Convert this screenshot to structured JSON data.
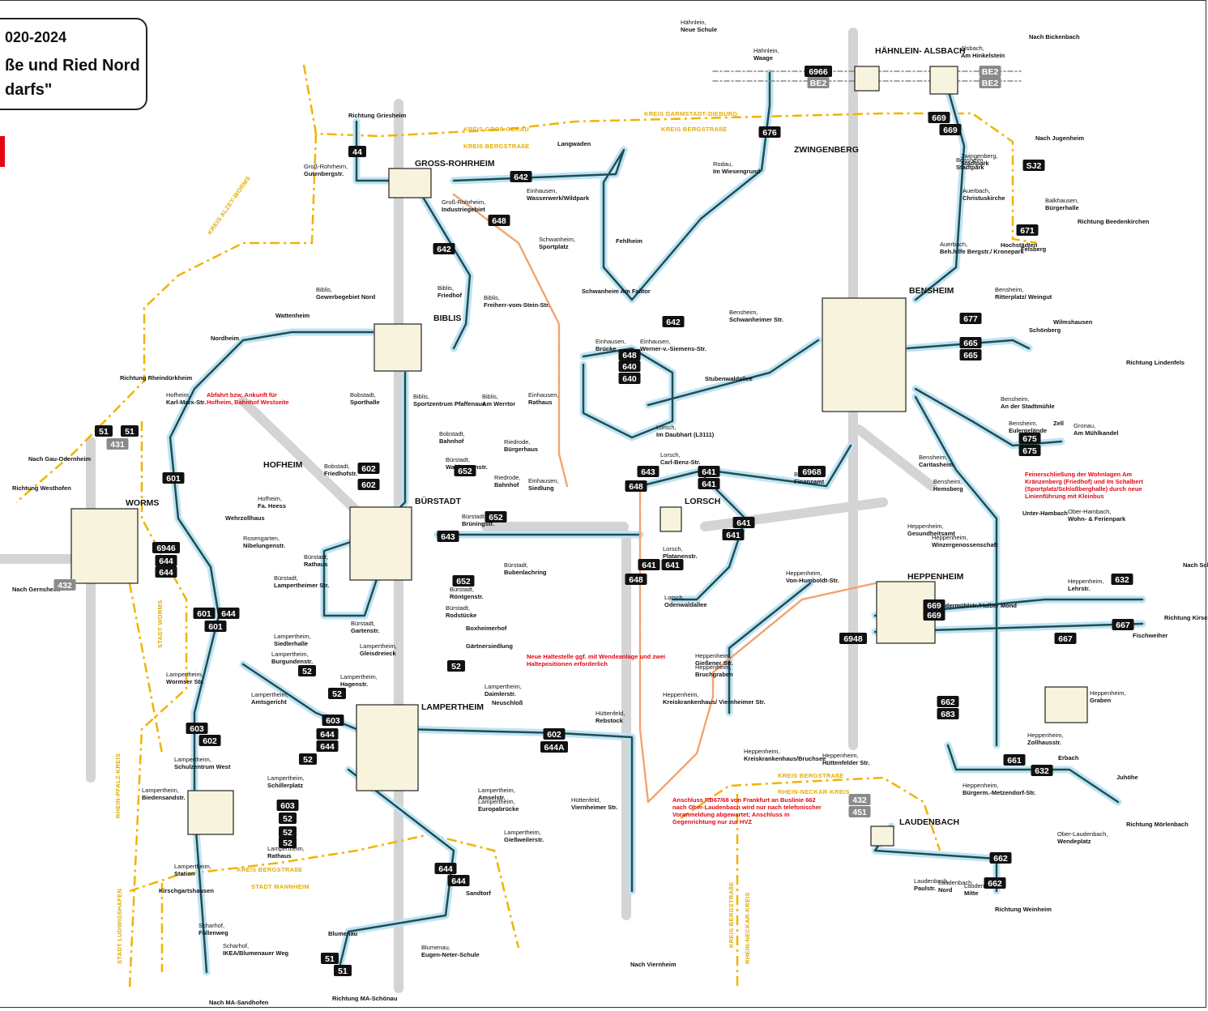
{
  "title": {
    "line1": "020-2024",
    "line2": "ße und Ried Nord",
    "line3": "darfs\""
  },
  "hubs": {
    "gross_rohrheim": "GROSS-ROHRHEIM",
    "biblis": "BIBLIS",
    "buerstadt": "BÜRSTADT",
    "lampertheim": "LAMPERTHEIM",
    "hofheim": "HOFHEIM",
    "worms": "WORMS",
    "lorsch": "LORSCH",
    "bensheim": "BENSHEIM",
    "heppenheim": "HEPPENHEIM",
    "laudenbach": "LAUDENBACH",
    "zwingenberg": "ZWINGENBERG",
    "haehnlein_alsbach": "HÄHNLEIN-\nALSBACH"
  },
  "regions": {
    "kreis_gross_gerau": "KREIS GROß-GERAU",
    "kreis_bergstrasse": "KREIS BERGSTRAßE",
    "kreis_darmstadt_dieburg": "KREIS DARMSTADT-DIEBURG",
    "kreis_alzey_worms": "KREIS ALZEY-WORMS",
    "stadt_worms": "STADT WORMS",
    "rhein_pfalz_kreis": "RHEIN-PFALZ-KREIS",
    "stadt_mannheim": "STADT MANNHEIM",
    "stadt_ludwigshafen": "STADT LUDWIGSHAFEN",
    "rhein_neckar_kreis": "RHEIN-NECKAR-KREIS"
  },
  "stops": [
    "Richtung Griesheim",
    "Groß-Rohrheim, Gutenbergstr.",
    "Groß-Rohrheim, Industriegebiet",
    "Langwaden",
    "Einhausen, Wasserwerk/Wildpark",
    "Schwanheim, Sportplatz",
    "Schwanheim Am Falltor",
    "Fehlheim",
    "Rodau, Im Wiesengrund",
    "Hähnlein, Neue Schule",
    "Hähnlein, Waage",
    "Alsbach, Am Hinkelstein",
    "Zwingenberg, Stadtpark",
    "Balkhausen, Bürgerhalle",
    "Auerbach, Christuskirche",
    "Auerbach, Beh.hilfe Bergstr./ Kronepark",
    "Hochstädten",
    "Bensheim, Ritterplatz/ Weingut",
    "Bensheim, Schwanheimer Str.",
    "Bensheim, An der Stadtmühle",
    "Bensheim, Eulergelände",
    "Gronau, Am Mühlkandel",
    "Zell",
    "Nordheim",
    "Wattenheim",
    "Biblis, Gewerbegebiet Nord",
    "Biblis, Friedhof",
    "Biblis, Freiherr-vom-Stein-Str.",
    "Biblis, Am Werrtor",
    "Biblis, Sportzentrum Pfaffenaue",
    "Bobstadt, Bahnhof",
    "Bobstadt, Sporthalle",
    "Bobstadt, Friedhofstr.",
    "Hofheim, Karl-Marx-Str.",
    "Hofheim, Fa. Heess",
    "Bürstadt, Waldgartenstr.",
    "Riedrode, Bürgerhaus",
    "Riedrode, Bahnhof",
    "Bürstadt, Brüningstr.",
    "Bürstadt, Bubenlachring",
    "Einhausen, Brücke",
    "Einhausen, Werner-v.-Siemens-Str.",
    "Einhausen, Rathaus",
    "Einhausen, Siedlung",
    "Lorsch, Im Daubhart (L3111)",
    "Lorsch, Carl-Benz-Str.",
    "Lorsch, Platanenstr.",
    "Lorsch, Odenwaldallee",
    "Bensheim, Finanzamt",
    "Bensheim, Caritasheim",
    "Bensheim, Hemsberg",
    "Unter-Hambach",
    "Ober-Hambach, Wohn- & Ferienpark",
    "Heppenheim, Winzergenossenschaft",
    "Heppenheim, Gesundheitsamt",
    "Heppenheim, Lehrstr.",
    "Heppenheim, Von-Humboldt-Str.",
    "Heppenheim, Gießener Str.",
    "Heppenheim, Bruchgraben",
    "Heppenheim, Kreiskrankenhaus/ Viernheimer Str.",
    "Heppenheim, Kreiskrankenhaus/Bruchsee",
    "Heppenheim, Hüttenfelder Str.",
    "Heppenheim, Graben",
    "Heppenheim, Zollhausstr.",
    "Heppenheim, Bürgerm.-Metzendorf-Str.",
    "Erbach",
    "Juhöhe",
    "Ober-Laudenbach, Wendeplatz",
    "Rosengarten, Nibelungenstr.",
    "Wehrzollhaus",
    "Bürstadt, Rathaus",
    "Bürstadt, Lampertheimer Str.",
    "Bürstadt, Gartenstr.",
    "Bürstadt, Röntgenstr.",
    "Bürstadt, Rodstücke",
    "Boxheimerhof",
    "Gärtnersiedlung",
    "Lampertheim, Daimlerstr.",
    "Lampertheim, Siedlerhalle",
    "Lampertheim, Gleisdreieck",
    "Lampertheim, Burgundenstr.",
    "Lampertheim, Hagenstr.",
    "Lampertheim, Wormser Str.",
    "Lampertheim, Amtsgericht",
    "Lampertheim, Schulzentrum West",
    "Lampertheim, Biedensandstr.",
    "Lampertheim, Schillerplatz",
    "Lampertheim, Rathaus",
    "Lampertheim, Station",
    "Kirschgartshausen",
    "Scharhof, Füllenweg",
    "Scharhof, IKEA/Blumenauer Weg",
    "Nach MA-Sandhofen",
    "Neuschloß",
    "Hüttenfeld, Rebstock",
    "Hüttenfeld, Viernheimer Str.",
    "Nach Viernheim",
    "Lampertheim, Amselstr.",
    "Lampertheim, Europabrücke",
    "Lampertheim, Gießweilerstr.",
    "Sandtorf",
    "Blumenau",
    "Blumenau, Eugen-Neter-Schule",
    "Richtung MA-Schönau",
    "Richtung Weinheim",
    "Richtung Mörlenbach",
    "Nach Gau-Odernheim",
    "Richtung Westhofen",
    "Nach Gernsheim",
    "Richtung Rheindürkheim",
    "Richtung Lindenfels",
    "Nach Jugenheim",
    "Nach Bickenbach",
    "Nach Schannenbach",
    "Richtung Kirschhausen",
    "Richtung Beedenkirchen",
    "Schönberg",
    "Wilmshausen",
    "Fischweiher",
    "Niedermühlstr./Halber Mond",
    "Laudenbach, Paulstr.",
    "Laudenbach, Nord",
    "Laudenbach, Mitte",
    "Felsberg",
    "Stubenwaldallee",
    "Bensheim, Stadtpark"
  ],
  "notes": {
    "hofheim": "Abfahrt bzw. Ankunft für Hofheim, Bahnhof Westseite",
    "kraenzenberg": "Feinerschließung der Wohnlagen Am Kränzenberg (Friedhof) und Im Schalbert (Sportplatz/Schloßberghalle) durch neue Linienführung mit Kleinbus",
    "wendeanlage": "Neue Haltestelle ggf. mit Wendeanlage und zwei Haltepositionen erforderlich",
    "laudenbach": "Anschluss RB67/68 von Frankfurt an Buslinie 662 nach Ober-Laudenbach wird nur nach telefonischer Voranmeldung abgewartet; Anschluss in Gegenrichtung nur zur HVZ"
  },
  "badges": [
    "44",
    "642",
    "648",
    "676",
    "669",
    "669",
    "SJ2",
    "671",
    "677",
    "665",
    "665",
    "675",
    "675",
    "642",
    "642",
    "640",
    "640",
    "648",
    "641",
    "641",
    "641",
    "641",
    "643",
    "641",
    "641",
    "643",
    "648",
    "648",
    "652",
    "652",
    "652",
    "602",
    "602",
    "6946",
    "601",
    "644",
    "644",
    "601",
    "644",
    "601",
    "603",
    "602",
    "52",
    "52",
    "52",
    "603",
    "644",
    "644",
    "603",
    "52",
    "52",
    "52",
    "52",
    "602",
    "644A",
    "644",
    "644",
    "51",
    "51",
    "51",
    "51",
    "431",
    "432",
    "432",
    "451",
    "662",
    "632",
    "662",
    "683",
    "669",
    "669",
    "667",
    "667",
    "661",
    "662",
    "632",
    "6968",
    "6948",
    "6966",
    "BE2",
    "BE2",
    "BE2",
    "BE2"
  ],
  "colors": {
    "background": "#ffffff",
    "line_blue": "#7fc8ea",
    "line_dark": "#1e4f4f",
    "line_orange": "#f4a26a",
    "rail_grey": "#c8c8c8",
    "region_yellow": "#f0b400",
    "hub_fill": "#f8f3dc",
    "badge": "#111111",
    "red": "#e30613"
  }
}
